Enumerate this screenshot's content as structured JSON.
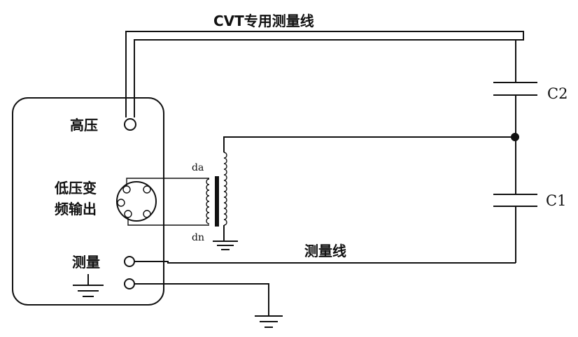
{
  "labels": {
    "cvt_cable": "CVT专用测量线",
    "high_voltage": "高压",
    "low_voltage_line1": "低压变",
    "low_voltage_line2": "频输出",
    "measure_port": "测量",
    "measure_cable": "测量线",
    "da": "da",
    "dn": "dn",
    "c2": "C2",
    "c1": "C1"
  }
}
